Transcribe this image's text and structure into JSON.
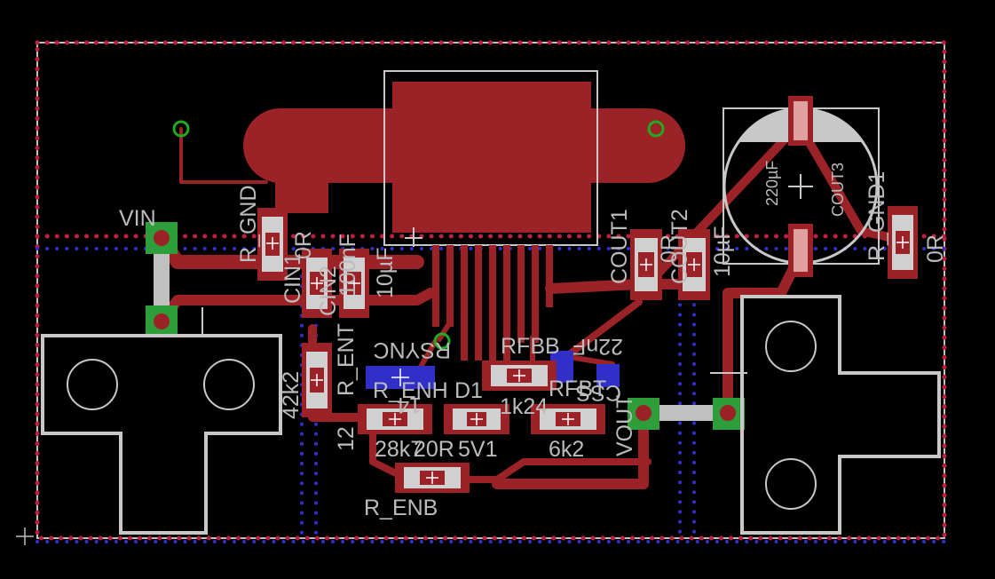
{
  "labels": {
    "vin": "VIN",
    "vout": "VOUT",
    "r_gnd": "R_GND",
    "r_gnd1": "R_GND1",
    "cin1": "CIN1",
    "cin2": "CIN2",
    "zero_r_left": "0R",
    "zero_r_right": "0R",
    "c100nf": "100nF",
    "c10uf_left": "10µF",
    "c10uf_right": "10µF",
    "c220uf": "220µF",
    "cout1": "COUT1",
    "cout2": "COUT2",
    "cout3": "COUT3",
    "rsync": "RSYNC",
    "r_enh": "R_ENH",
    "r_enb": "R_ENB",
    "r_ent": "R_ENT",
    "r42k2": "42k2",
    "r28k7": "28k7",
    "r_20r": "20R",
    "d1": "D1",
    "d_5v1": "5V1",
    "rfbb": "RFBB",
    "rfbt": "RFBT",
    "r1k24": "1k24",
    "r6k2": "6k2",
    "c22nf": "22nF",
    "css": "CSS",
    "lbl_12": "12",
    "lbl_14": "14"
  },
  "colors": {
    "background": "#000000",
    "copper_top": "#9b2226",
    "copper_bottom": "#3030c8",
    "silkscreen": "#c8c8c8",
    "pad_green": "#2e9e3a",
    "via_ring": "#22aa22"
  }
}
